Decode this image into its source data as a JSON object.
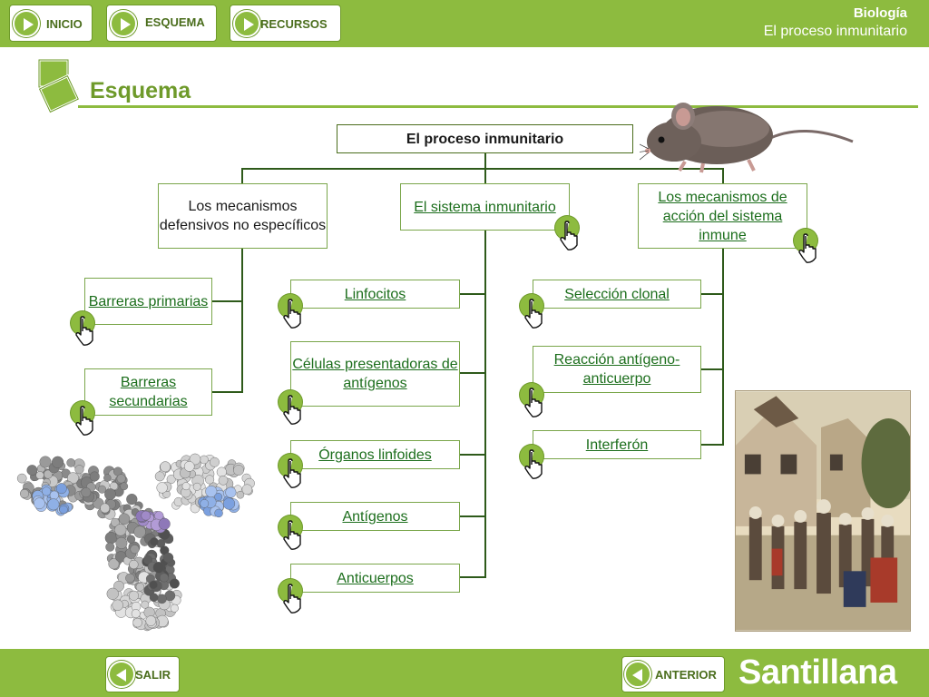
{
  "nav": {
    "inicio": "INICIO",
    "esquema": "ESQUEMA",
    "recursos": "RECURSOS"
  },
  "header": {
    "subject": "Biología",
    "topic": "El proceso inmunitario"
  },
  "page": {
    "title": "Esquema"
  },
  "diagram": {
    "root": "El proceso inmunitario",
    "branch1": "Los mecanismos defensivos no específicos",
    "branch2": "El sistema inmunitario",
    "branch3": "Los mecanismos de acción del sistema inmune",
    "b1_items": [
      "Barreras primarias",
      "Barreras secundarias"
    ],
    "b2_items": [
      "Linfocitos",
      "Células presentadoras de antígenos",
      "Órganos linfoides",
      "Antígenos",
      "Anticuerpos"
    ],
    "b3_items": [
      "Selección clonal",
      "Reacción antígeno-anticuerpo",
      "Interferón"
    ]
  },
  "footer": {
    "salir": "SALIR",
    "anterior": "ANTERIOR",
    "brand": "Santillana"
  },
  "colors": {
    "accent": "#8dbb3f",
    "link": "#1c6e1c",
    "connector": "#2e5a1a"
  },
  "icons": [
    "play-icon",
    "hand-cursor-icon",
    "back-arrow-icon"
  ]
}
